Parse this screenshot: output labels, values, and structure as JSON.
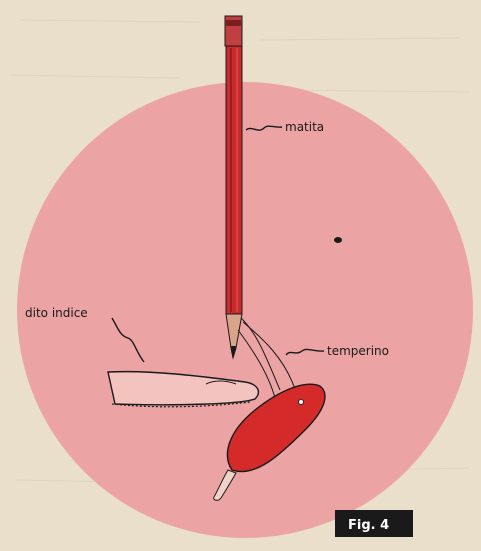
{
  "labels": {
    "matita": "matita",
    "dito_indice": "dito indice",
    "temperino": "temperino",
    "fig": "Fig. 4"
  },
  "colors": {
    "paper": "#e9dfcb",
    "circle": "#eba3a3",
    "pencil": "#c92b2b",
    "knife": "#d42a2a",
    "ink": "#1a1a1a"
  }
}
